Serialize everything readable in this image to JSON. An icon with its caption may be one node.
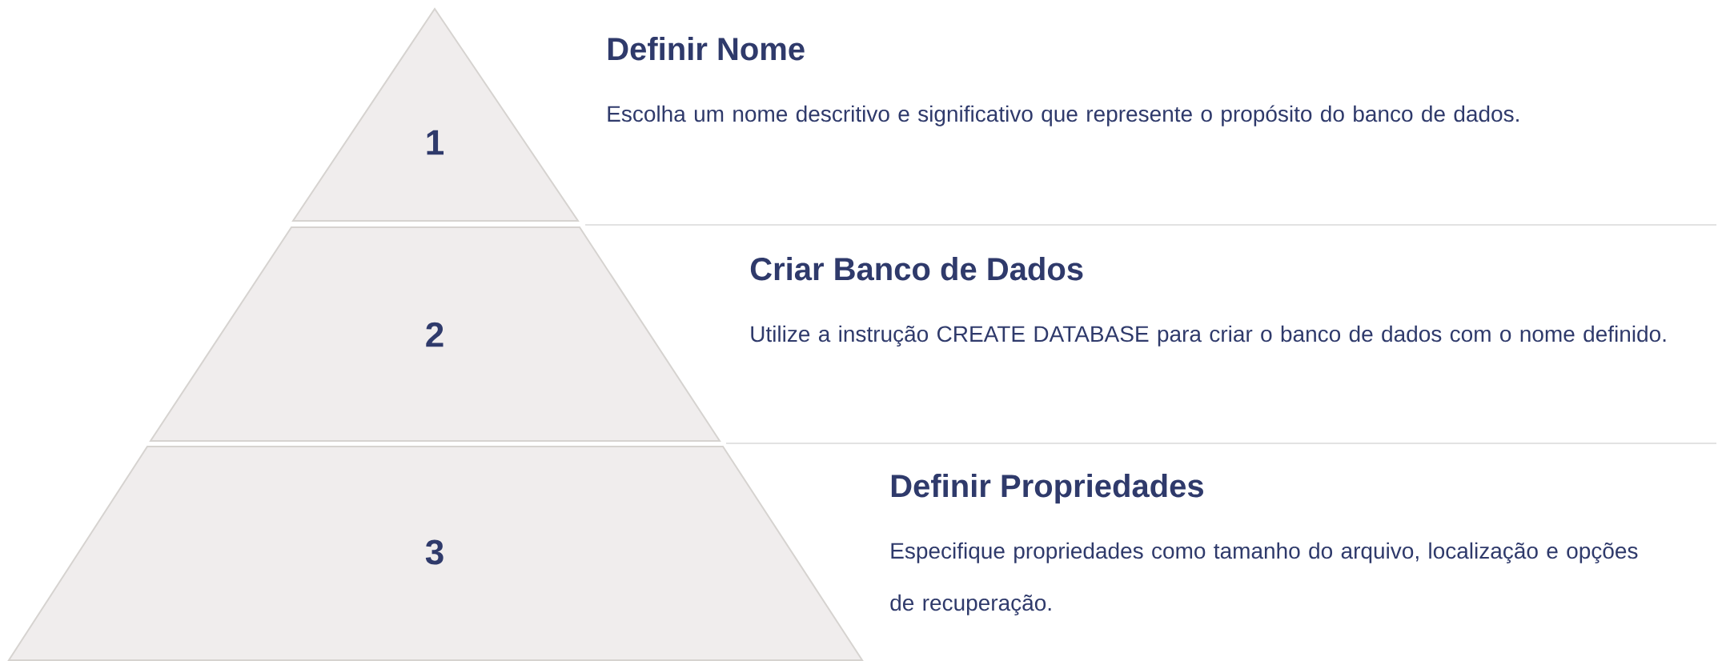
{
  "diagram": {
    "nodes": [
      {
        "text": [
          "1"
        ],
        "beside": [
          "Definir Nome",
          "Escolha um nome descritivo e significativo que represente o propósito do banco de dados."
        ]
      },
      {
        "text": [
          "2"
        ],
        "beside": [
          "Criar Banco de Dados",
          "Utilize a instrução CREATE DATABASE para criar o banco de dados com o nome definido."
        ]
      },
      {
        "text": [
          "3"
        ],
        "beside": [
          "Definir Propriedades",
          "Especifique propriedades como tamanho do arquivo, localização e opções de recuperação."
        ]
      }
    ]
  }
}
